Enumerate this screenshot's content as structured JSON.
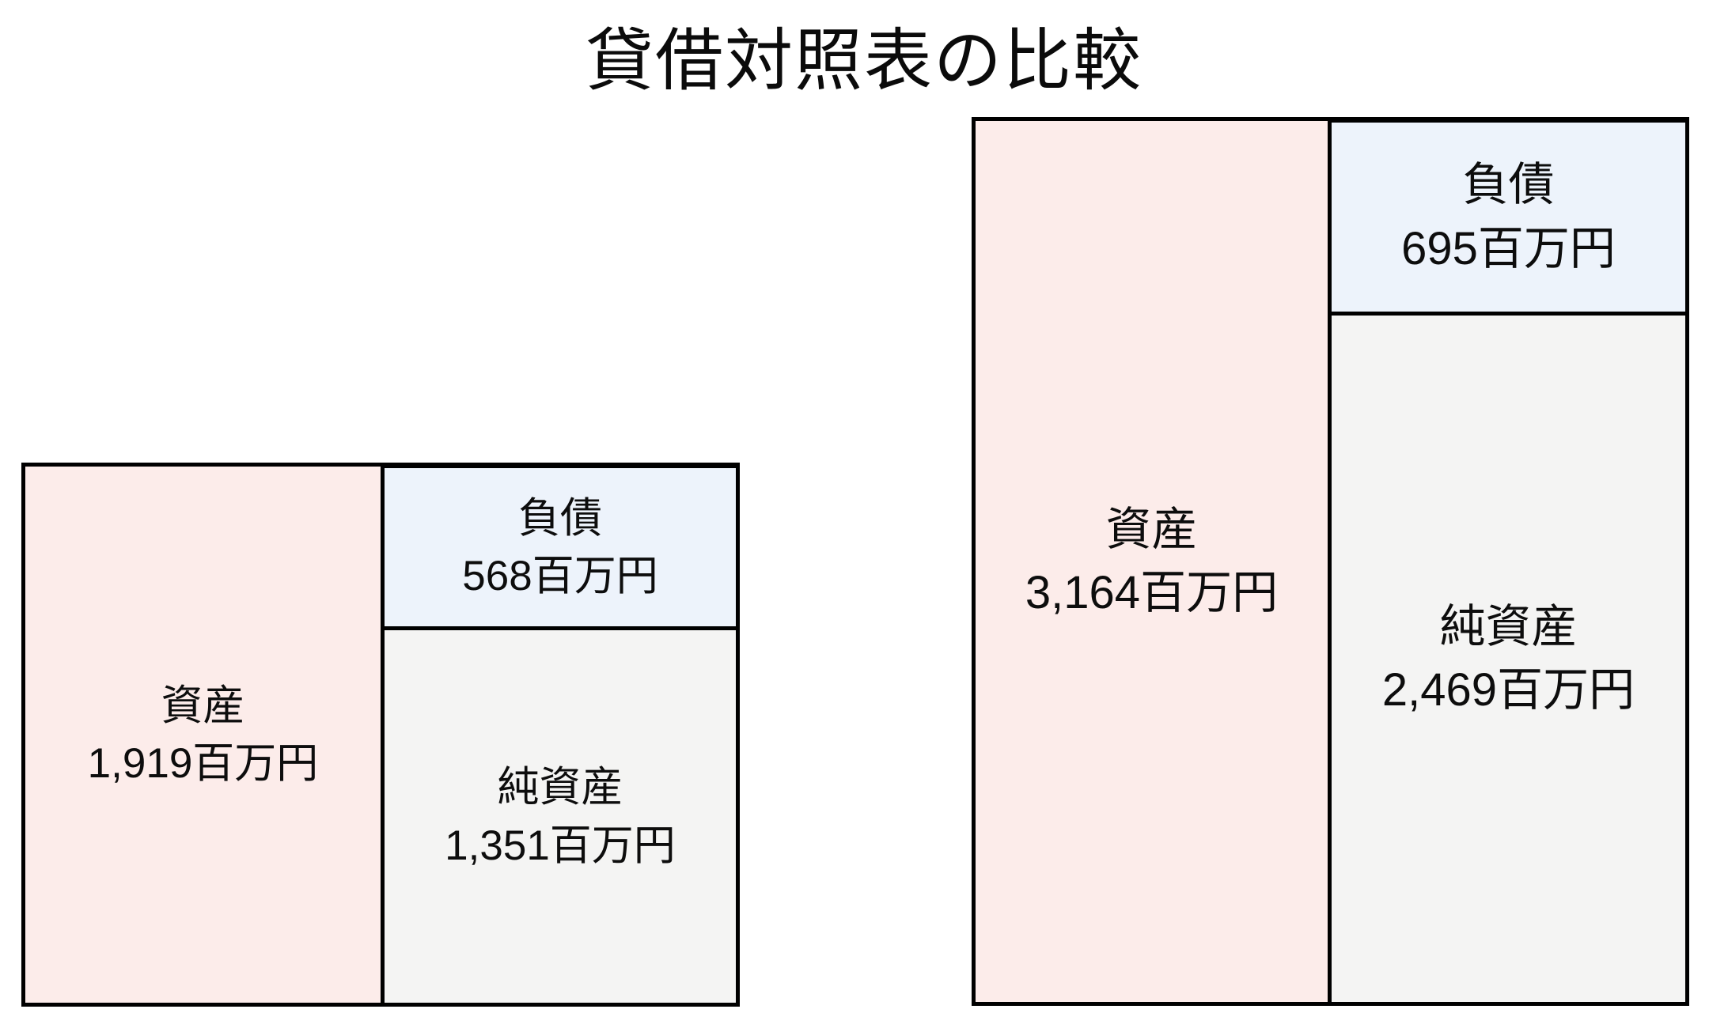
{
  "title": "貸借対照表の比較",
  "unit_suffix": "百万円",
  "colors": {
    "assets_fill": "#fcecea",
    "liabilities_fill": "#edf3fb",
    "net_assets_fill": "#f4f4f3",
    "border": "#000000",
    "text": "#0d0d0d",
    "background": "#ffffff"
  },
  "sheets": [
    {
      "position": "left",
      "assets": {
        "label": "資産",
        "amount": "1,919百万円",
        "value": 1919
      },
      "liabilities": {
        "label": "負債",
        "amount": "568百万円",
        "value": 568
      },
      "net_assets": {
        "label": "純資産",
        "amount": "1,351百万円",
        "value": 1351
      }
    },
    {
      "position": "right",
      "assets": {
        "label": "資産",
        "amount": "3,164百万円",
        "value": 3164
      },
      "liabilities": {
        "label": "負債",
        "amount": "695百万円",
        "value": 695
      },
      "net_assets": {
        "label": "純資産",
        "amount": "2,469百万円",
        "value": 2469
      }
    }
  ],
  "chart_data": {
    "type": "bar",
    "subtype": "balance-sheet-box-comparison",
    "title": "貸借対照表の比較",
    "unit": "百万円",
    "categories": [
      "balance_sheet_1",
      "balance_sheet_2"
    ],
    "series": [
      {
        "name": "資産",
        "values": [
          1919,
          3164
        ]
      },
      {
        "name": "負債",
        "values": [
          568,
          695
        ]
      },
      {
        "name": "純資産",
        "values": [
          1351,
          2469
        ]
      }
    ],
    "layout_hints": {
      "grid": false,
      "axes": false,
      "legend": false,
      "value_labels_inside_boxes": true,
      "heights_proportional_to_values": true,
      "left_column_per_sheet": "資産",
      "right_column_per_sheet_top": "負債",
      "right_column_per_sheet_bottom": "純資産"
    }
  }
}
